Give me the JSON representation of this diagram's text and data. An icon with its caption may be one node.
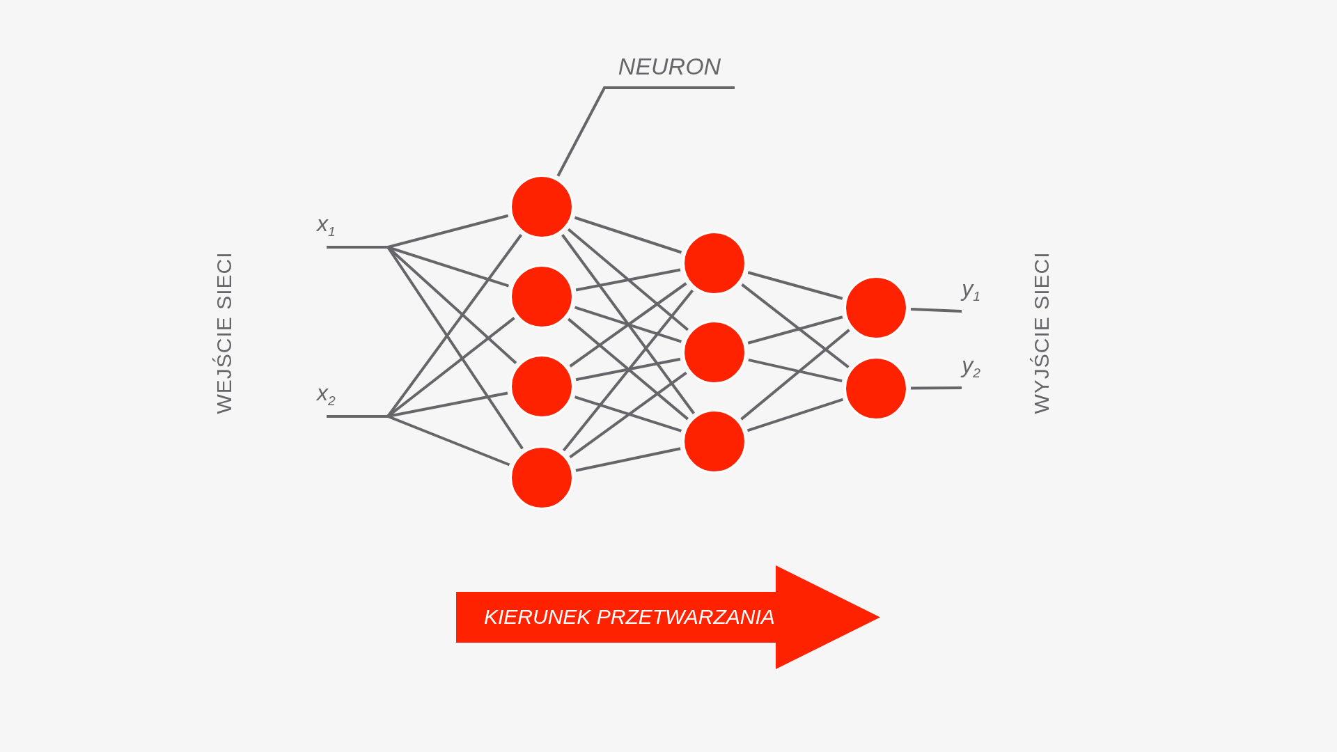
{
  "diagram": {
    "nodes": [
      {
        "text": [
          "NEURON"
        ]
      },
      {
        "text": [
          "x$_{1}$"
        ]
      },
      {
        "text": [
          "x$_{2}$"
        ]
      },
      {
        "text": [],
        "shape": "circle"
      },
      {
        "text": [],
        "shape": "circle"
      },
      {
        "text": [],
        "shape": "circle"
      },
      {
        "text": [],
        "shape": "circle"
      },
      {
        "text": [],
        "shape": "circle"
      },
      {
        "text": [],
        "shape": "circle"
      },
      {
        "text": [],
        "shape": "circle"
      },
      {
        "text": [],
        "shape": "circle"
      },
      {
        "text": [],
        "shape": "circle"
      },
      {
        "text": [
          "y$_{1}$"
        ]
      },
      {
        "text": [
          "y$_{2}$"
        ]
      },
      {
        "text": [
          "KIERUNEK PRZETWARZANIA"
        ]
      }
    ],
    "edges": [
      {
        "from": 0,
        "to": 3,
        "arrow": "none"
      },
      {
        "from": 1,
        "to": 3,
        "arrow": "none"
      },
      {
        "from": 1,
        "to": 4,
        "arrow": "none"
      },
      {
        "from": 1,
        "to": 5,
        "arrow": "none"
      },
      {
        "from": 1,
        "to": 6,
        "arrow": "none"
      },
      {
        "from": 2,
        "to": 3,
        "arrow": "none"
      },
      {
        "from": 2,
        "to": 4,
        "arrow": "none"
      },
      {
        "from": 2,
        "to": 5,
        "arrow": "none"
      },
      {
        "from": 2,
        "to": 6,
        "arrow": "none"
      },
      {
        "from": 3,
        "to": 7,
        "arrow": "none"
      },
      {
        "from": 3,
        "to": 8,
        "arrow": "none"
      },
      {
        "from": 3,
        "to": 9,
        "arrow": "none"
      },
      {
        "from": 4,
        "to": 7,
        "arrow": "none"
      },
      {
        "from": 4,
        "to": 8,
        "arrow": "none"
      },
      {
        "from": 4,
        "to": 9,
        "arrow": "none"
      },
      {
        "from": 5,
        "to": 7,
        "arrow": "none"
      },
      {
        "from": 5,
        "to": 8,
        "arrow": "none"
      },
      {
        "from": 5,
        "to": 9,
        "arrow": "none"
      },
      {
        "from": 6,
        "to": 7,
        "arrow": "none"
      },
      {
        "from": 6,
        "to": 8,
        "arrow": "none"
      },
      {
        "from": 6,
        "to": 9,
        "arrow": "none"
      },
      {
        "from": 7,
        "to": 10,
        "arrow": "none"
      },
      {
        "from": 7,
        "to": 11,
        "arrow": "none"
      },
      {
        "from": 8,
        "to": 10,
        "arrow": "none"
      },
      {
        "from": 8,
        "to": 11,
        "arrow": "none"
      },
      {
        "from": 9,
        "to": 10,
        "arrow": "none"
      },
      {
        "from": 9,
        "to": 11,
        "arrow": "none"
      },
      {
        "from": 10,
        "to": 12,
        "arrow": "none"
      },
      {
        "from": 11,
        "to": 13,
        "arrow": "none"
      }
    ],
    "labels": [
      "WEJŚCIE SIECI",
      "WYJŚCIE SIECI"
    ]
  }
}
